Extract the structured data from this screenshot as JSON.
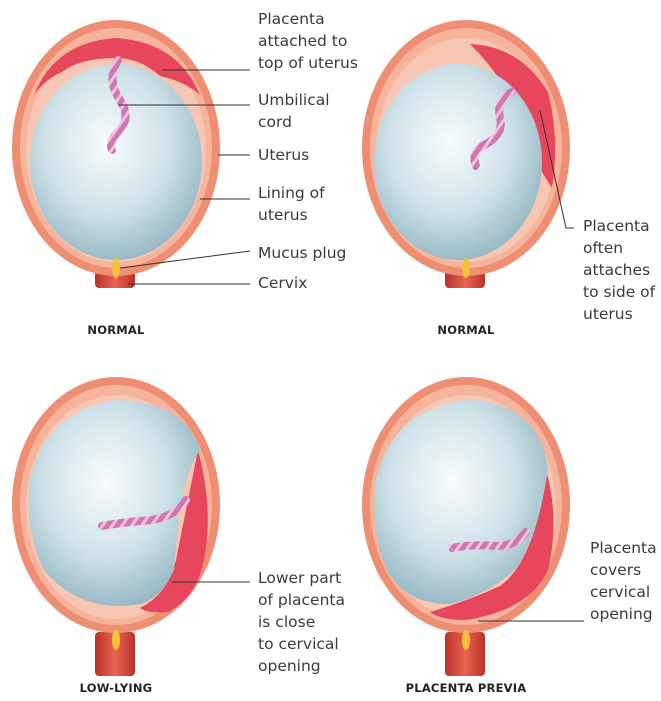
{
  "colors": {
    "uterus_outer": "#ee8e72",
    "uterus_rim": "#f6b49c",
    "lining": "#f7c7b3",
    "placenta": "#e7475c",
    "fluid_light": "#f8fcfd",
    "fluid_dark": "#8fb3c0",
    "cord": "#cf78ae",
    "mucus_plug": "#f2c23a",
    "cervix": "#dc4a3c"
  },
  "panels": [
    {
      "caption": "NORMAL",
      "labels": [
        {
          "lines": [
            "Placenta",
            "attached to",
            "top of uterus"
          ]
        },
        {
          "lines": [
            "Umbilical",
            "cord"
          ]
        },
        {
          "lines": [
            "Uterus"
          ]
        },
        {
          "lines": [
            "Lining of",
            "uterus"
          ]
        },
        {
          "lines": [
            "Mucus plug"
          ]
        },
        {
          "lines": [
            "Cervix"
          ]
        }
      ]
    },
    {
      "caption": "NORMAL",
      "labels": [
        {
          "lines": [
            "Placenta",
            "often",
            "attaches",
            "to side of",
            "uterus"
          ]
        }
      ]
    },
    {
      "caption": "LOW-LYING",
      "labels": [
        {
          "lines": [
            "Lower part",
            "of placenta",
            "is close",
            "to cervical",
            "opening"
          ]
        }
      ]
    },
    {
      "caption": "PLACENTA PREVIA",
      "labels": [
        {
          "lines": [
            "Placenta",
            "covers",
            "cervical",
            "opening"
          ]
        }
      ]
    }
  ]
}
